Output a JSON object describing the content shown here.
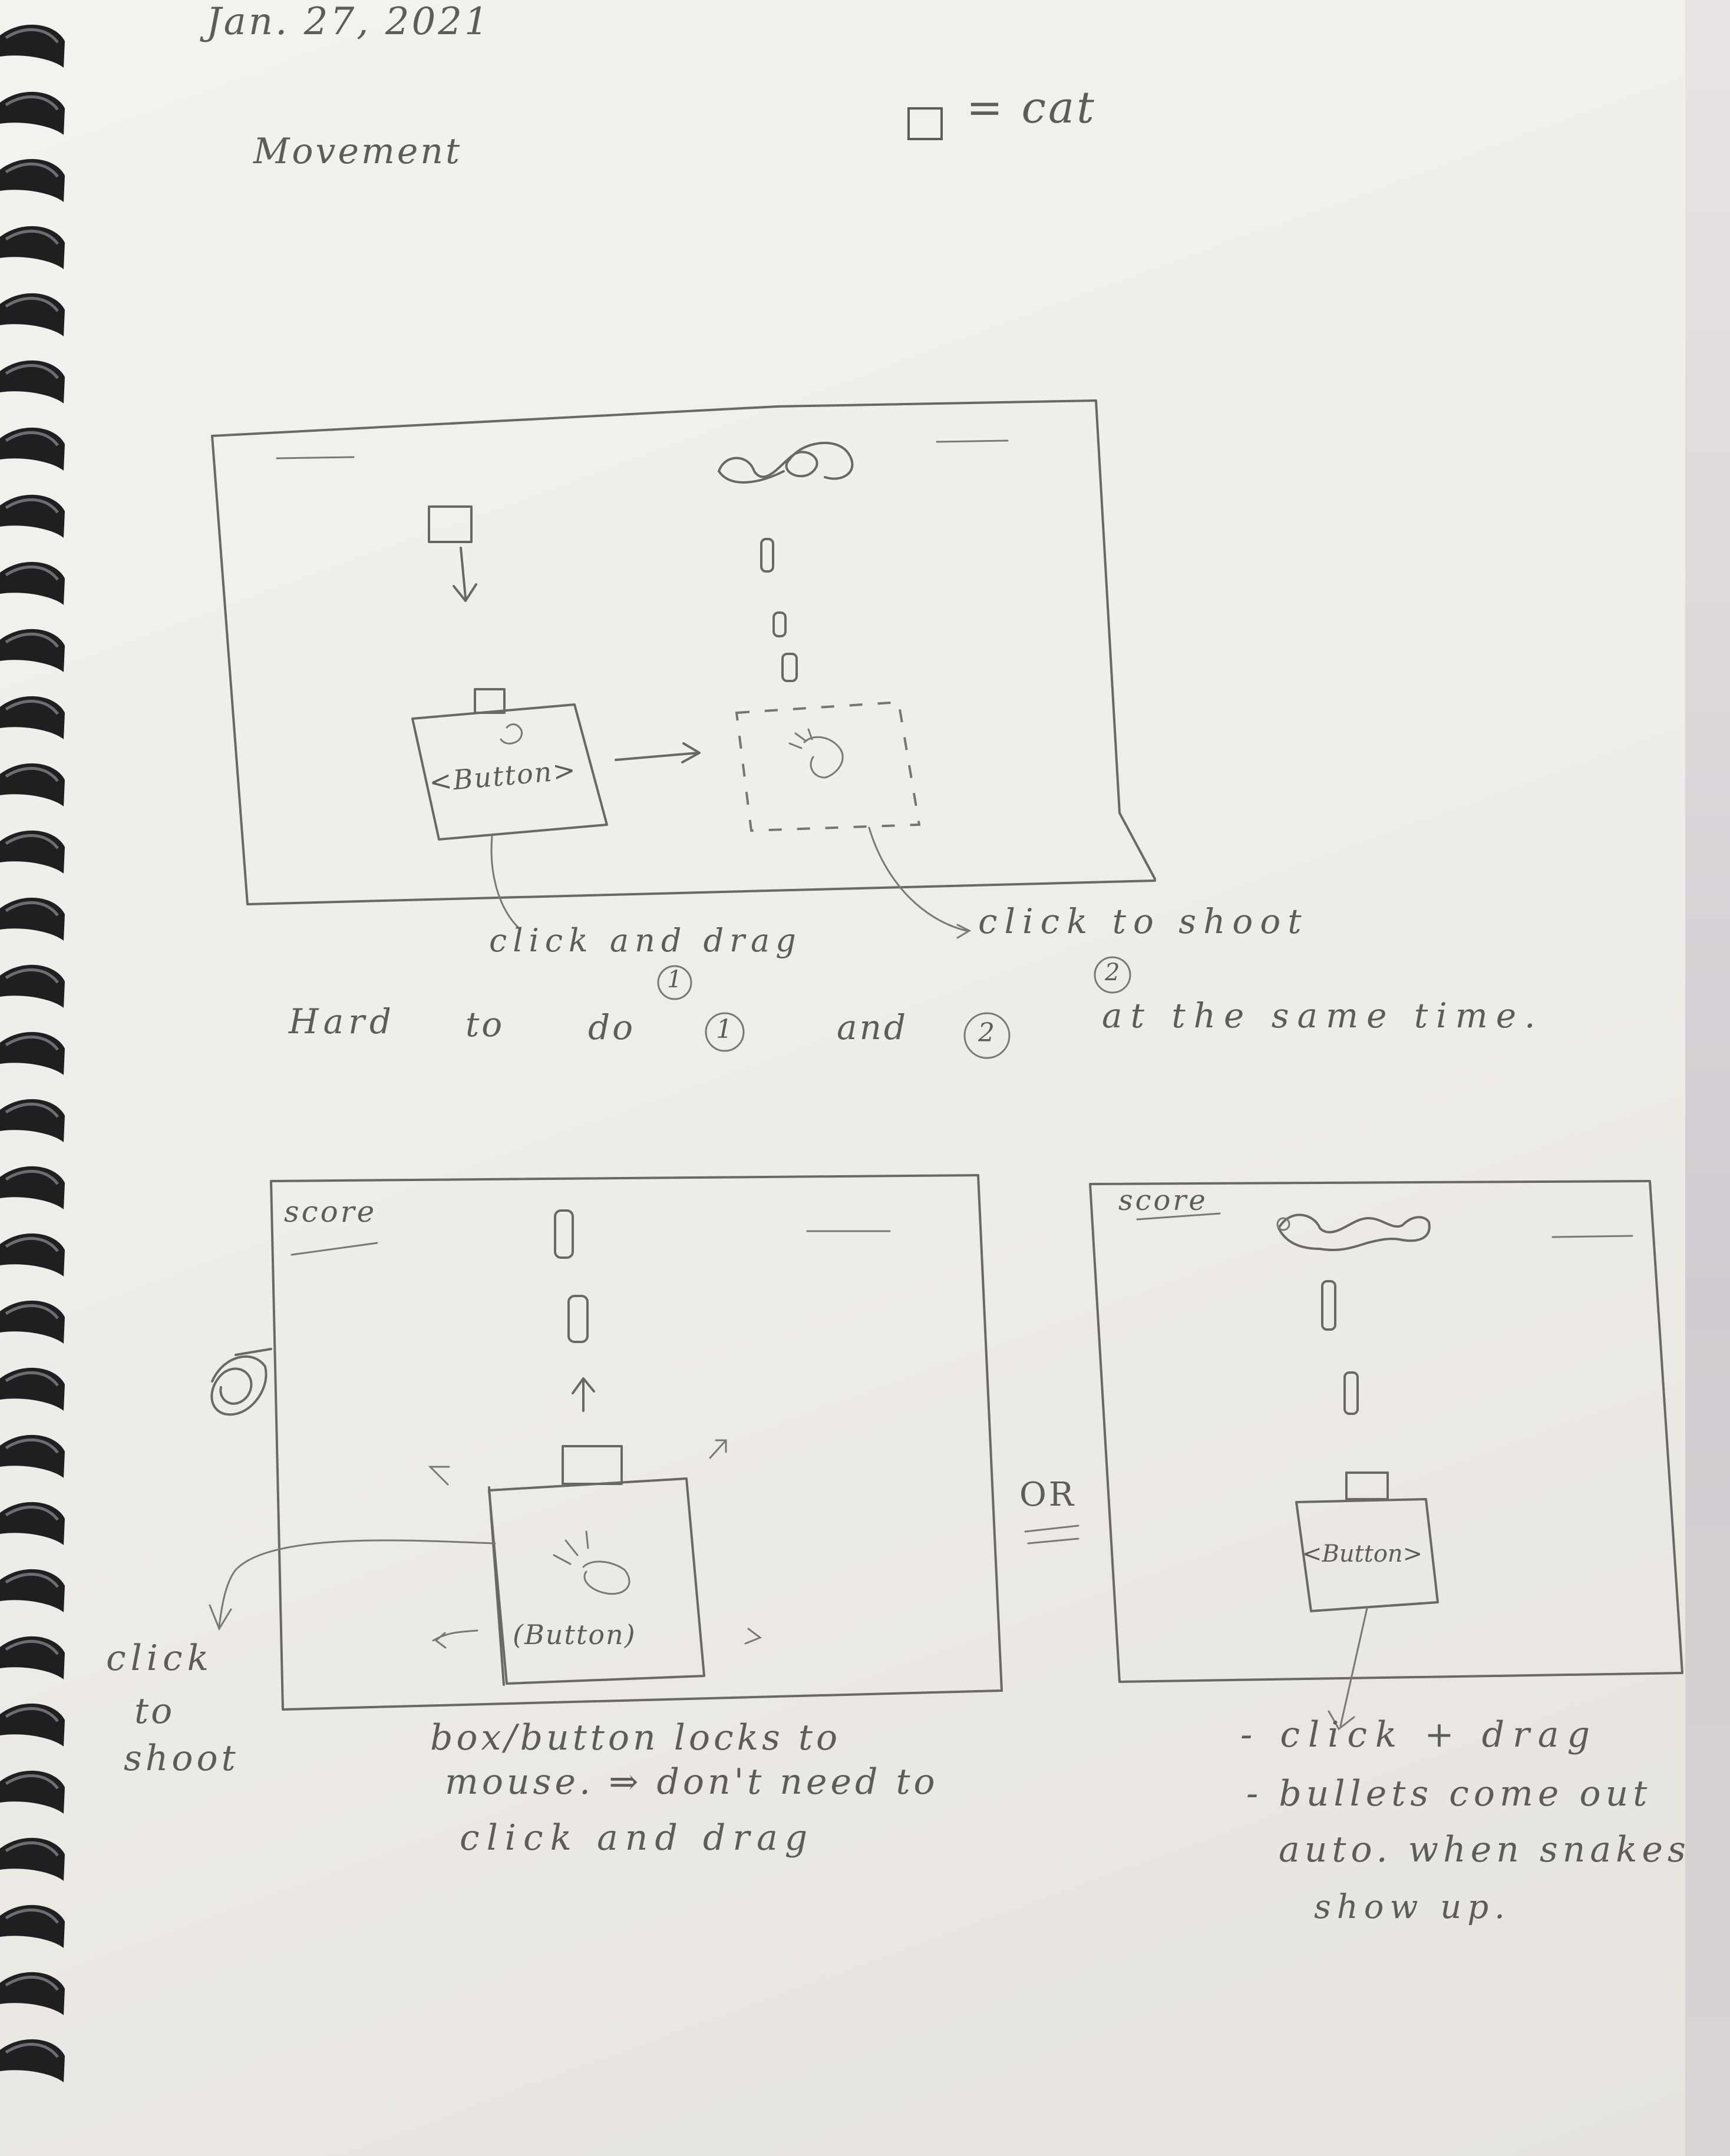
{
  "header": {
    "date": "Jan. 27, 2021",
    "heading": "Movement",
    "legend_text": "= cat"
  },
  "sketch1": {
    "button_label": "<Button>",
    "annotation_drag": "click and drag",
    "annotation_drag_num": "1",
    "annotation_shoot": "click to shoot",
    "annotation_shoot_num": "2",
    "note_words": [
      "Hard",
      "to",
      "do"
    ],
    "note_num1": "1",
    "note_and": "and",
    "note_num2": "2",
    "note_end": "at the same time."
  },
  "sketch2": {
    "score_label": "score",
    "button_label": "(Button)",
    "side_note": [
      "click",
      "to",
      "shoot"
    ],
    "caption": [
      "box/button locks to",
      "mouse. ⇒ don't need to",
      "click and drag"
    ]
  },
  "divider": {
    "label": "OR"
  },
  "sketch3": {
    "score_label": "score",
    "button_label": "<Button>",
    "notes": [
      "- click + drag",
      "- bullets come out",
      "auto. when snakes",
      "show up."
    ]
  }
}
